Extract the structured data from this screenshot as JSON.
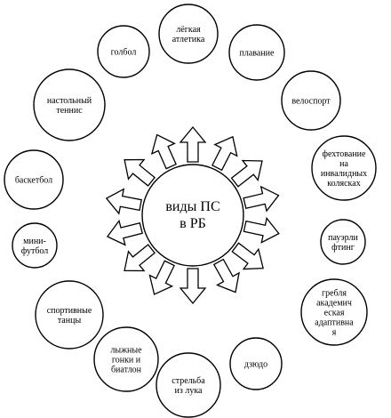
{
  "center": {
    "lines": [
      "виды ПС",
      "в РБ"
    ]
  },
  "nodes": [
    {
      "id": "legkaya-atletika",
      "lines": [
        "лёгкая",
        "атлетика"
      ]
    },
    {
      "id": "plavanie",
      "lines": [
        "плавание"
      ]
    },
    {
      "id": "velosport",
      "lines": [
        "велоспорт"
      ]
    },
    {
      "id": "fekhtovanie",
      "lines": [
        "фехтование",
        "на",
        "инвалидных",
        "колясках"
      ]
    },
    {
      "id": "pauerlifting",
      "lines": [
        "пауэрли",
        "фтинг"
      ]
    },
    {
      "id": "grebla",
      "lines": [
        "гребля",
        "академич",
        "еская",
        "адаптивна",
        "я"
      ]
    },
    {
      "id": "dzyudo",
      "lines": [
        "дзюдо"
      ]
    },
    {
      "id": "strelba-iz-luka",
      "lines": [
        "стрельба",
        "из лука"
      ]
    },
    {
      "id": "lyzhnye-gonki",
      "lines": [
        "лыжные",
        "гонки и",
        "биатлон"
      ]
    },
    {
      "id": "sportivnye-tancy",
      "lines": [
        "спортивные",
        "танцы"
      ]
    },
    {
      "id": "mini-futbol",
      "lines": [
        "мини-",
        "футбол"
      ]
    },
    {
      "id": "basketbol",
      "lines": [
        "баскетбол"
      ]
    },
    {
      "id": "nastolnyi-tennis",
      "lines": [
        "настольный",
        "теннис"
      ]
    },
    {
      "id": "golbol",
      "lines": [
        "голбол"
      ]
    }
  ]
}
